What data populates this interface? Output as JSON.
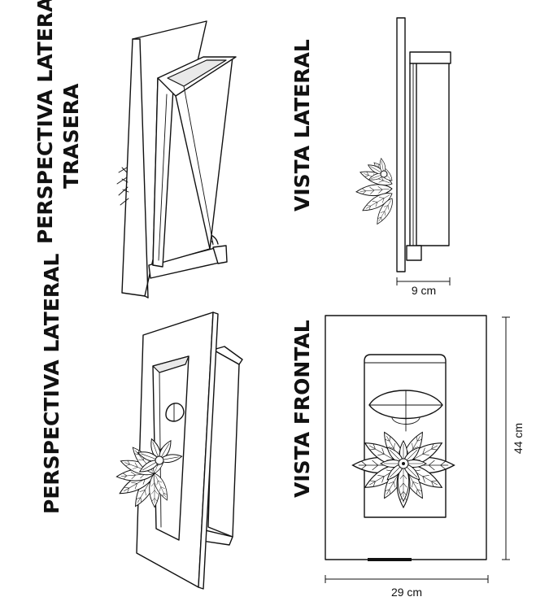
{
  "views": {
    "rear_perspective": {
      "line1": "PERSPECTIVA LATERAL",
      "line2": "TRASERA"
    },
    "side_view": {
      "label": "VISTA LATERAL",
      "depth_dimension": "9 cm"
    },
    "side_perspective": {
      "label": "PERSPECTIVA LATERAL"
    },
    "front_view": {
      "label": "VISTA FRONTAL",
      "width_dimension": "29 cm",
      "height_dimension": "44 cm"
    }
  },
  "colors": {
    "line": "#111111",
    "background": "#ffffff",
    "shadow": "#e9e9e9"
  }
}
